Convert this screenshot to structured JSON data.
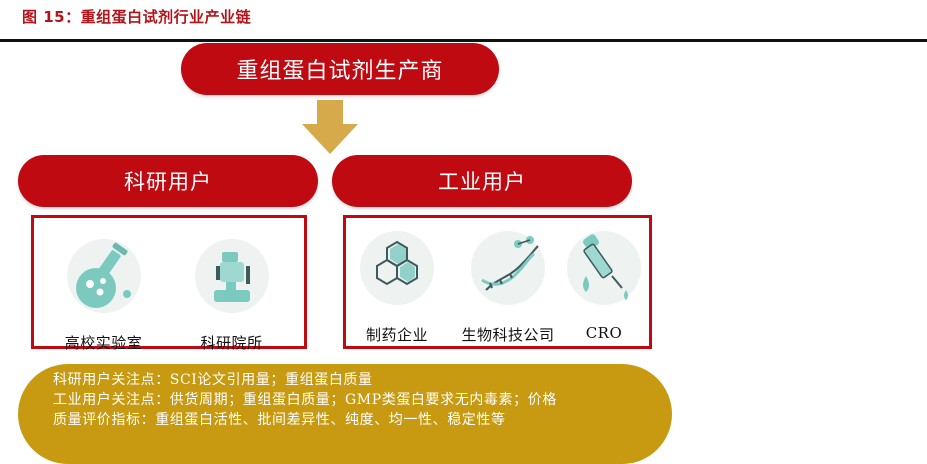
{
  "figure_title": "图 15：重组蛋白试剂行业产业链",
  "top_node": "重组蛋白试剂生产商",
  "left_node": {
    "title": "科研用户",
    "items": [
      {
        "label": "高校实验室",
        "icon": "flask-icon"
      },
      {
        "label": "科研院所",
        "icon": "microscope-icon"
      }
    ]
  },
  "right_node": {
    "title": "工业用户",
    "items": [
      {
        "label": "制药企业",
        "icon": "molecule-icon"
      },
      {
        "label": "生物科技公司",
        "icon": "dna-icon"
      },
      {
        "label": "CRO",
        "icon": "dropper-icon"
      }
    ]
  },
  "notes": [
    "科研用户关注点：SCI论文引用量；重组蛋白质量",
    "工业用户关注点：供货周期；重组蛋白质量；GMP类蛋白要求无内毒素；价格",
    "质量评价指标：重组蛋白活性、批间差异性、纯度、均一性、稳定性等"
  ],
  "colors": {
    "primary_red": "#c00a12",
    "title_red": "#b3141b",
    "gold": "#c79a12",
    "arrow_gold": "#d6a94a",
    "icon_teal": "#7cc9c0",
    "icon_dark": "#3d5a5c"
  }
}
